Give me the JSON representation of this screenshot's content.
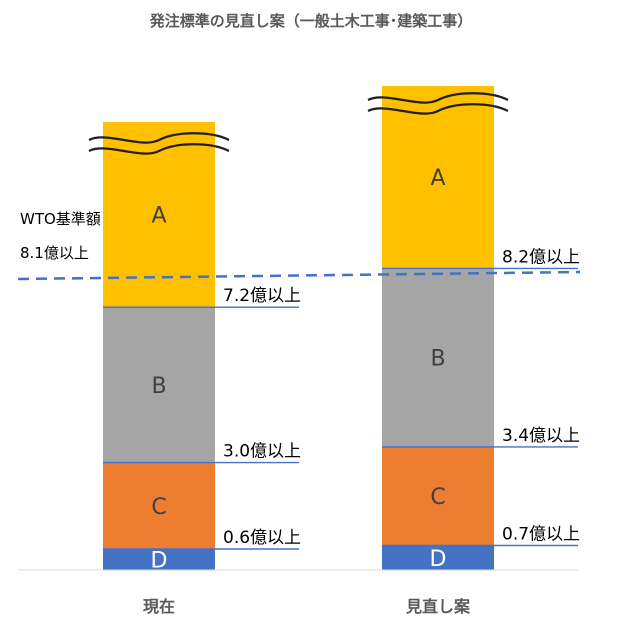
{
  "chart_data": {
    "type": "bar",
    "title": "発注標準の見直し案（一般土木工事･建築工事）",
    "categories": [
      "現在",
      "見直し案"
    ],
    "segment_labels": [
      "D",
      "C",
      "B",
      "A"
    ],
    "colors": {
      "A": "#FFC000",
      "B": "#A5A5A5",
      "C": "#ED7D31",
      "D": "#4472C4",
      "threshold": "#4472C4",
      "wto": "#4472C4",
      "axis": "#D9D9D9"
    },
    "bars": [
      {
        "category": "現在",
        "thresholds": [
          0.6,
          3.0,
          7.2
        ],
        "threshold_labels": [
          "0.6億以上",
          "3.0億以上",
          "7.2億以上"
        ]
      },
      {
        "category": "見直し案",
        "thresholds": [
          0.7,
          3.4,
          8.2
        ],
        "threshold_labels": [
          "0.7億以上",
          "3.4億以上",
          "8.2億以上"
        ]
      }
    ],
    "wto": {
      "label_line1": "WTO基準額",
      "label_line2": "8.1億以上",
      "value": 8.1
    },
    "broken_axis": true,
    "grid": false
  }
}
